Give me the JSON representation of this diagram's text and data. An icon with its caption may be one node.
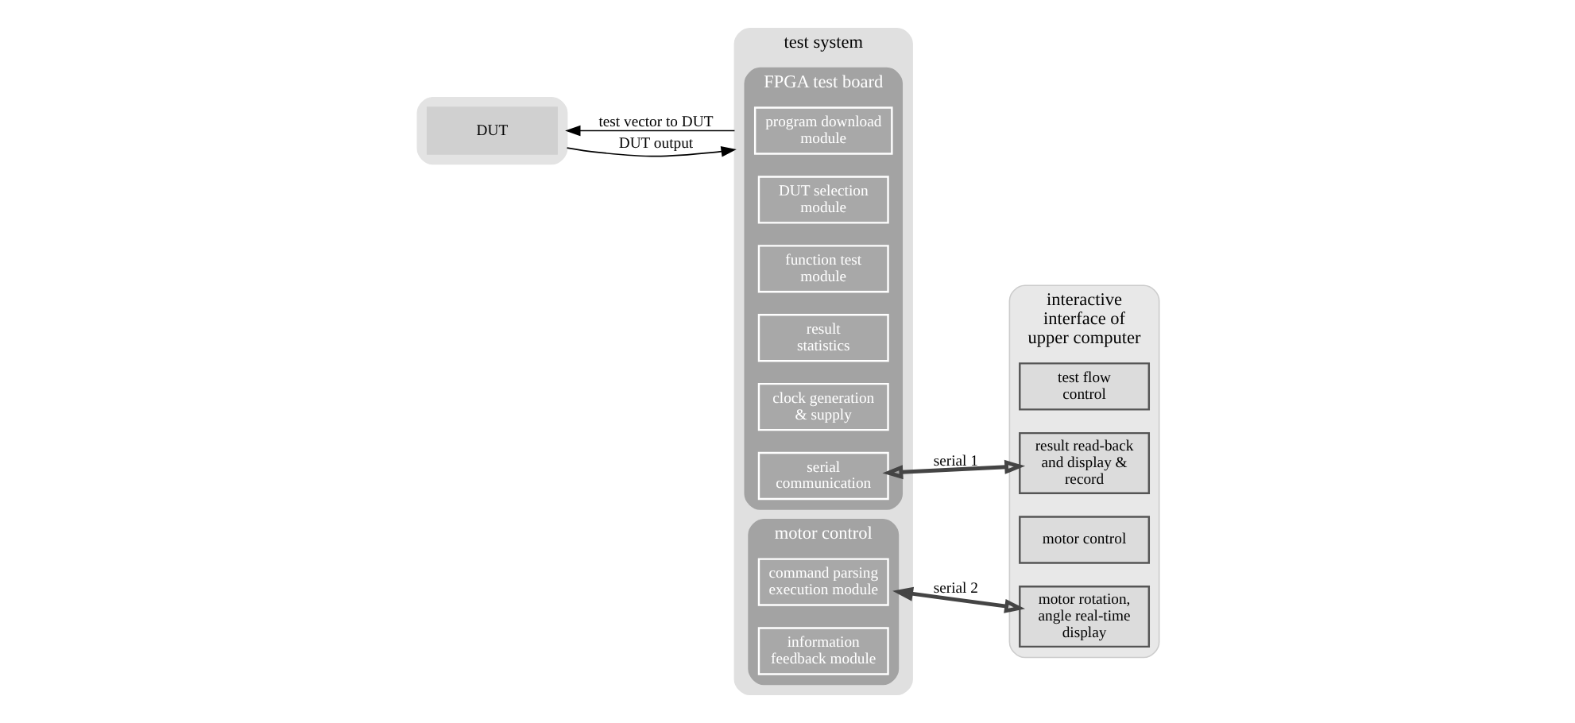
{
  "diagram": {
    "nodes": [
      {
        "text": [],
        "shape": "box"
      },
      {
        "text": [
          "DUT"
        ],
        "in": 0
      },
      {
        "text": [
          "test system"
        ]
      },
      {
        "text": [
          "FPGA test board"
        ],
        "in": 2
      },
      {
        "text": [
          "program download module"
        ],
        "in": 3
      },
      {
        "text": [
          "DUT selection module"
        ],
        "in": 3
      },
      {
        "text": [
          "function test module"
        ],
        "in": 3
      },
      {
        "text": [
          "result statistics"
        ],
        "in": 3
      },
      {
        "text": [
          "clock generation & supply"
        ],
        "in": 3
      },
      {
        "text": [
          "serial communication"
        ],
        "in": 3
      },
      {
        "text": [
          "motor control"
        ],
        "in": 2
      },
      {
        "text": [
          "command parsing execution module"
        ],
        "in": 10
      },
      {
        "text": [
          "information feedback module"
        ],
        "in": 10
      },
      {
        "text": [
          "interactive interface of upper computer"
        ]
      },
      {
        "text": [
          "test flow control"
        ],
        "in": 13
      },
      {
        "text": [
          "result read-back and display & record"
        ],
        "in": 13
      },
      {
        "text": [
          "motor control"
        ],
        "in": 13
      },
      {
        "text": [
          "motor rotation, angle real-time display"
        ],
        "in": 13
      }
    ],
    "edges": [
      {
        "from": 2,
        "to": 0,
        "arrow": "to",
        "label": "test vector to DUT"
      },
      {
        "from": 0,
        "to": 2,
        "arrow": "to",
        "label": "DUT output"
      },
      {
        "from": 9,
        "to": 15,
        "arrow": "both",
        "label": "serial 1",
        "style": "thick"
      },
      {
        "from": 10,
        "to": 17,
        "arrow": "both",
        "label": "serial 2",
        "style": "thick"
      }
    ]
  }
}
